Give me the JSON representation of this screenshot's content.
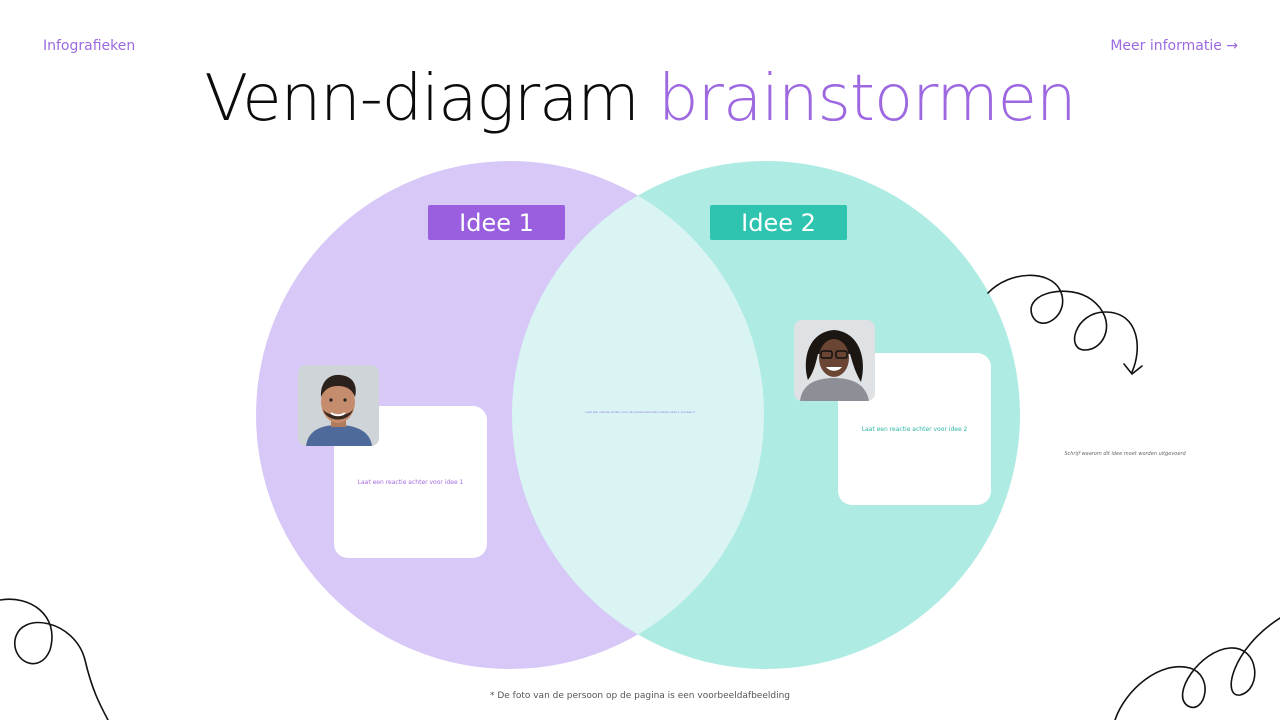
{
  "header": {
    "left_link": "Infografieken",
    "right_link": "Meer informatie →"
  },
  "title": {
    "main": "Venn-diagram",
    "accent": "brainstormen"
  },
  "venn": {
    "idea1": {
      "label": "Idee 1",
      "color": "#d8c8f7",
      "label_color": "#9a5fdf",
      "card_text": "Laat een reactie achter voor idee 1"
    },
    "idea2": {
      "label": "Idee 2",
      "color": "#aeebe3",
      "label_color": "#2ec4b0",
      "card_text": "Laat een reactie achter voor idee 2"
    },
    "overlap_color": "#d9f4f3",
    "overlap_text": "Laat een reactie achter voor de overeenkomsten tussen idee 1 en idee 2"
  },
  "side_note": "Schrijf waarom dit idee moet worden uitgevoerd",
  "footnote": "* De foto van de persoon op de pagina is een voorbeeldafbeelding",
  "icons": [
    "person-photo-1",
    "person-photo-2",
    "curly-arrow-icon",
    "decorative-swirl-bottom-left",
    "decorative-swirl-bottom-right"
  ]
}
